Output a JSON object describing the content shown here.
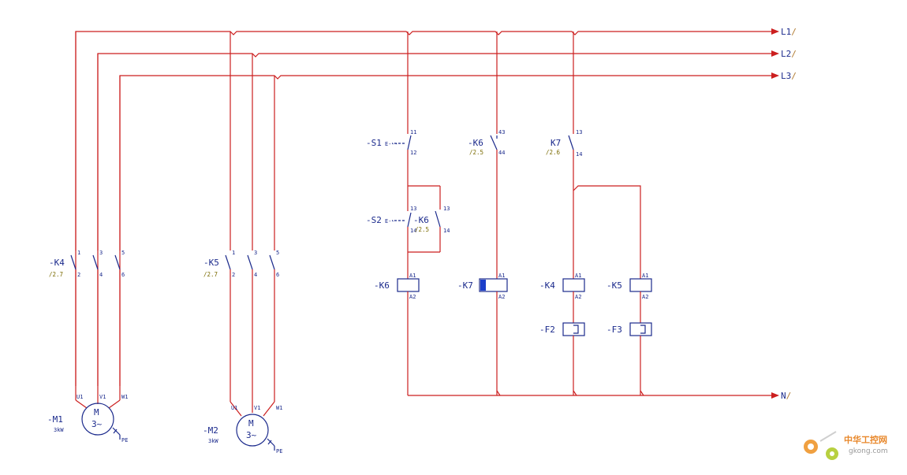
{
  "buses": {
    "l1": "L1",
    "l2": "L2",
    "l3": "L3",
    "n": "N",
    "suffix": "/"
  },
  "motor1": {
    "contactor": "-K4",
    "contactor_ref": "/2.7",
    "pins": [
      "1",
      "3",
      "5",
      "2",
      "4",
      "6"
    ],
    "motor": "-M1",
    "power": "3kW",
    "terminals": [
      "U1",
      "V1",
      "W1"
    ],
    "pe": "PE",
    "symbol_m": "M",
    "symbol_phase": "3~"
  },
  "motor2": {
    "contactor": "-K5",
    "contactor_ref": "/2.7",
    "pins": [
      "1",
      "3",
      "5",
      "2",
      "4",
      "6"
    ],
    "motor": "-M2",
    "power": "3kW",
    "terminals": [
      "U1",
      "V1",
      "W1"
    ],
    "pe": "PE",
    "symbol_m": "M",
    "symbol_phase": "3~"
  },
  "control": {
    "s1": "-S1",
    "s1_act": "E---",
    "s1_pins": [
      "11",
      "12"
    ],
    "s2": "-S2",
    "s2_act": "E--",
    "s2_pins": [
      "13",
      "14"
    ],
    "k6_hold": "-K6",
    "k6_hold_ref": "/2.5",
    "k6_hold_pins": [
      "13",
      "14"
    ],
    "k6_coil": "-K6",
    "coil_pins": [
      "A1",
      "A2"
    ],
    "k6_nc": "-K6",
    "k6_nc_ref": "/2.5",
    "k6_nc_pins": [
      "43",
      "44"
    ],
    "k7_coil": "-K7",
    "k7_nc": "K7",
    "k7_nc_ref": "/2.6",
    "k7_nc_pins": [
      "13",
      "14"
    ],
    "k4_coil": "-K4",
    "k5_coil": "-K5",
    "f2": "-F2",
    "f3": "-F3"
  },
  "watermark": {
    "cn": "中华工控网",
    "url": "gkong.com"
  }
}
